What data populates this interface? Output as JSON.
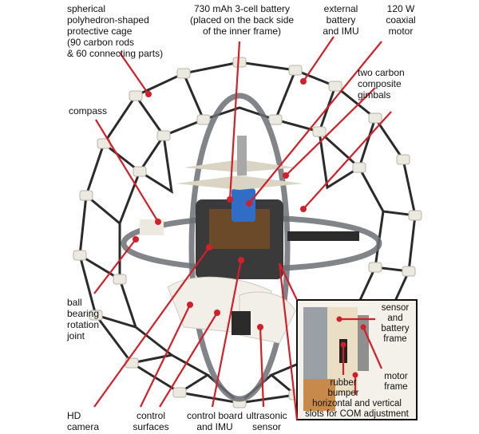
{
  "labels": {
    "cage": "spherical\npolyhedron-shaped\nprotective cage\n(90 carbon rods\n& 60 connecting parts)",
    "battery": "730 mAh 3-cell battery\n(placed on the back side\nof the inner frame)",
    "ext_battery_imu": "external\nbattery\nand IMU",
    "motor": "120 W\ncoaxial\nmotor",
    "gimbals": "two carbon\ncomposite\ngimbals",
    "compass": "compass",
    "ball_bearing": "ball\nbearing\nrotation\njoint",
    "hd_camera": "HD\ncamera",
    "control_surfaces": "control\nsurfaces",
    "control_board": "control board\nand IMU",
    "ultrasonic": "ultrasonic\nsensor",
    "sensor_battery_frame": "sensor\nand\nbattery\nframe",
    "motor_frame": "motor\nframe",
    "rubber_bumper": "rubber\nbumper",
    "com_slots": "horizontal and vertical\nslots for COM adjustment"
  },
  "colors": {
    "leader": "#d0202a",
    "rod": "#2b2b2b",
    "connector": "#ece9e1",
    "gimbal": "#6b6f74",
    "background": "#ffffff"
  }
}
